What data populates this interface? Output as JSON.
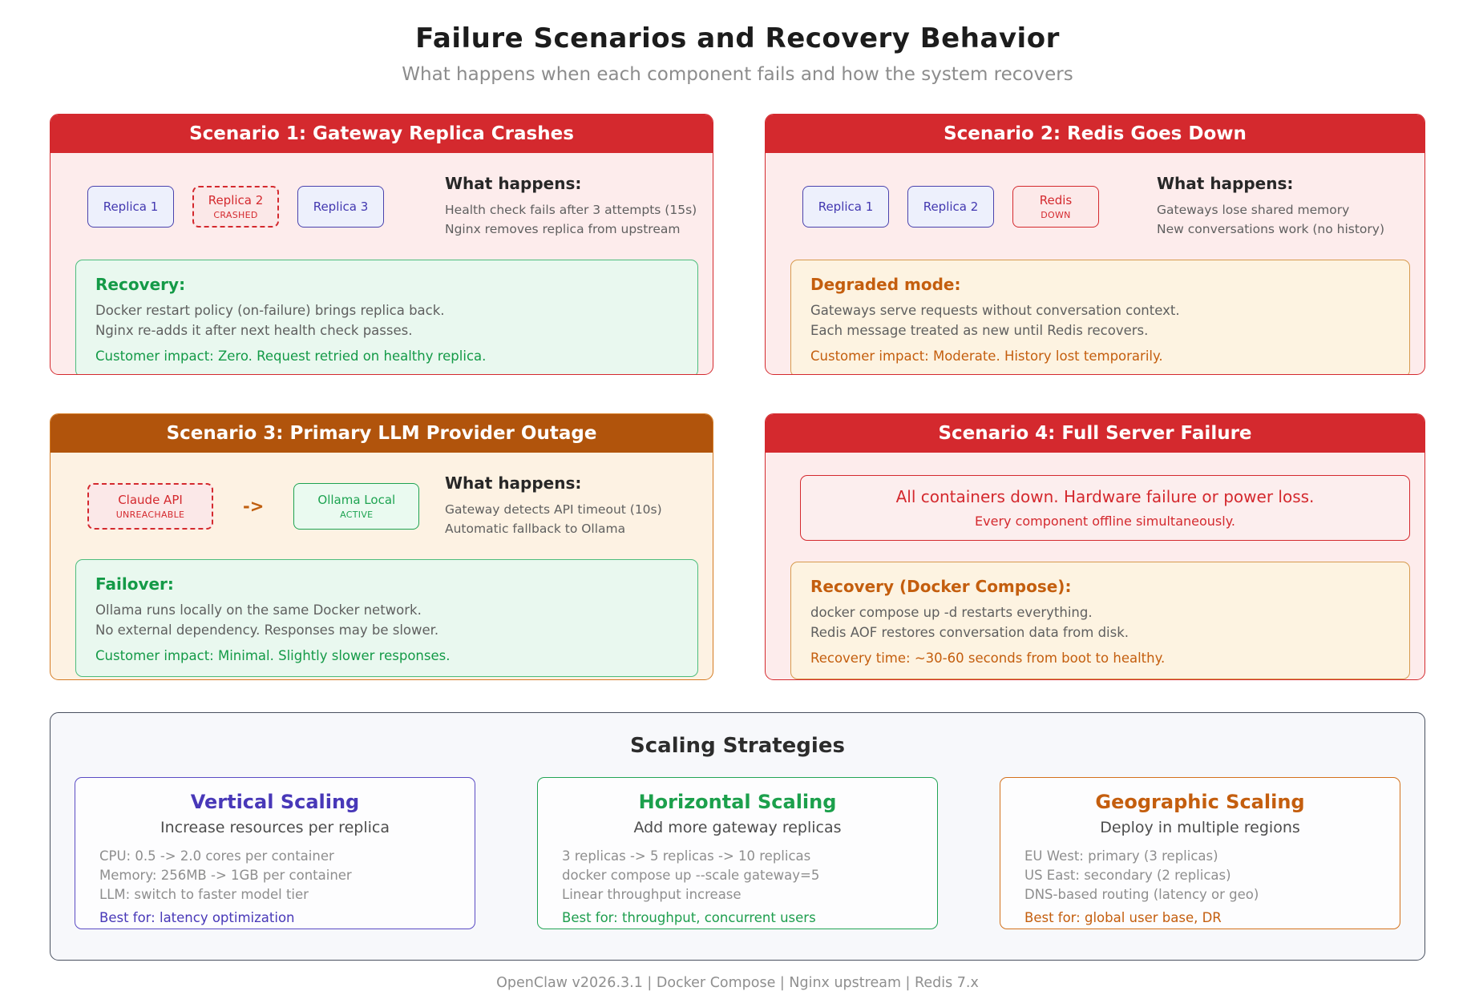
{
  "page": {
    "title": "Failure Scenarios and Recovery Behavior",
    "subtitle": "What happens when each component fails and how the system recovers",
    "footer": "OpenClaw v2026.3.1 | Docker Compose | Nginx upstream | Redis 7.x"
  },
  "colors": {
    "scenario_red": "#d4292e",
    "scenario_orange": "#b1540c",
    "green_accent": "#149a47",
    "orange_accent": "#c45e0e",
    "indigo_accent": "#4338b0"
  },
  "scenarios": [
    {
      "title": "Scenario 1: Gateway Replica Crashes",
      "nodes": [
        {
          "label": "Replica 1",
          "sublabel": ""
        },
        {
          "label": "Replica 2",
          "sublabel": "CRASHED"
        },
        {
          "label": "Replica 3",
          "sublabel": ""
        }
      ],
      "what": {
        "heading": "What happens:",
        "line1": "Health check fails after 3 attempts (15s)",
        "line2": "Nginx removes replica from upstream"
      },
      "outcome": {
        "heading": "Recovery:",
        "line1": "Docker restart policy (on-failure) brings replica back.",
        "line2": "Nginx re-adds it after next health check passes.",
        "impact": "Customer impact: Zero. Request retried on healthy replica."
      }
    },
    {
      "title": "Scenario 2: Redis Goes Down",
      "nodes": [
        {
          "label": "Replica 1",
          "sublabel": ""
        },
        {
          "label": "Replica 2",
          "sublabel": ""
        },
        {
          "label": "Redis",
          "sublabel": "DOWN"
        }
      ],
      "what": {
        "heading": "What happens:",
        "line1": "Gateways lose shared memory",
        "line2": "New conversations work (no history)"
      },
      "outcome": {
        "heading": "Degraded mode:",
        "line1": "Gateways serve requests without conversation context.",
        "line2": "Each message treated as new until Redis recovers.",
        "impact": "Customer impact: Moderate. History lost temporarily."
      }
    },
    {
      "title": "Scenario 3: Primary LLM Provider Outage",
      "nodes": [
        {
          "label": "Claude API",
          "sublabel": "UNREACHABLE"
        },
        {
          "label": "Ollama Local",
          "sublabel": "ACTIVE"
        }
      ],
      "arrow": "->",
      "what": {
        "heading": "What happens:",
        "line1": "Gateway detects API timeout (10s)",
        "line2": "Automatic fallback to Ollama"
      },
      "outcome": {
        "heading": "Failover:",
        "line1": "Ollama runs locally on the same Docker network.",
        "line2": "No external dependency. Responses may be slower.",
        "impact": "Customer impact: Minimal. Slightly slower responses."
      }
    },
    {
      "title": "Scenario 4: Full Server Failure",
      "alert": {
        "line1": "All containers down. Hardware failure or power loss.",
        "line2": "Every component offline simultaneously."
      },
      "outcome": {
        "heading": "Recovery (Docker Compose):",
        "line1": "docker compose up -d restarts everything.",
        "line2": "Redis AOF restores conversation data from disk.",
        "impact": "Recovery time: ~30-60 seconds from boot to healthy."
      }
    }
  ],
  "scaling": {
    "title": "Scaling Strategies",
    "strategies": [
      {
        "title": "Vertical Scaling",
        "subtitle": "Increase resources per replica",
        "line1": "CPU: 0.5 -> 2.0 cores per container",
        "line2": "Memory: 256MB -> 1GB per container",
        "line3": "LLM: switch to faster model tier",
        "best": "Best for: latency optimization"
      },
      {
        "title": "Horizontal Scaling",
        "subtitle": "Add more gateway replicas",
        "line1": "3 replicas -> 5 replicas -> 10 replicas",
        "line2": "docker compose up --scale gateway=5",
        "line3": "Linear throughput increase",
        "best": "Best for: throughput, concurrent users"
      },
      {
        "title": "Geographic Scaling",
        "subtitle": "Deploy in multiple regions",
        "line1": "EU West: primary (3 replicas)",
        "line2": "US East: secondary (2 replicas)",
        "line3": "DNS-based routing (latency or geo)",
        "best": "Best for: global user base, DR"
      }
    ]
  }
}
